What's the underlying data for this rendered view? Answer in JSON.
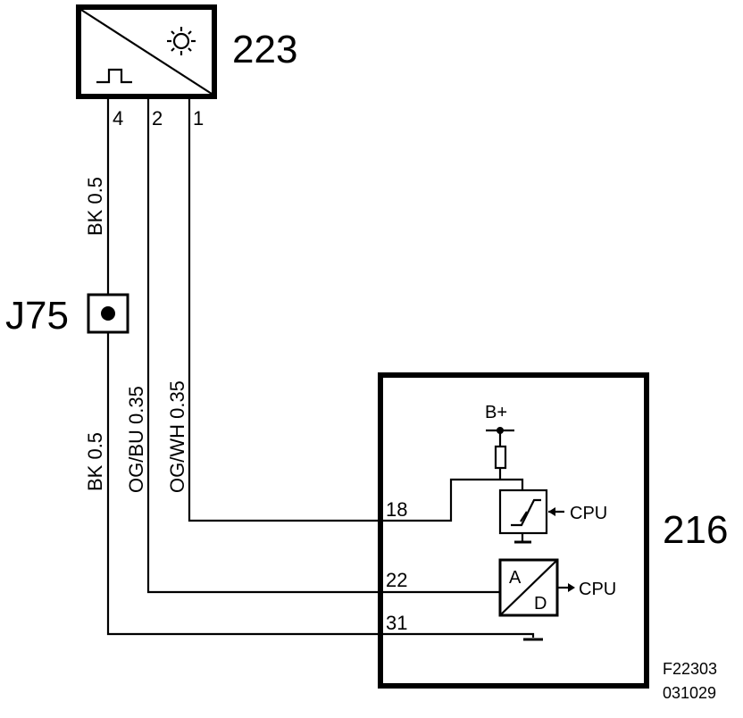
{
  "components": {
    "sensor": {
      "id": "223",
      "pins": [
        "4",
        "2",
        "1"
      ]
    },
    "ground_point": {
      "id": "J75"
    },
    "control_module": {
      "id": "216",
      "pins": [
        "18",
        "22",
        "31"
      ],
      "supply": "B+",
      "cpu_label": "CPU",
      "adc_in": "A",
      "adc_out": "D"
    }
  },
  "wires": {
    "pin4_upper": "BK  0.5",
    "pin4_lower": "BK  0.5",
    "pin2": "OG/BU 0.35",
    "pin1": "OG/WH 0.35"
  },
  "footer": {
    "figure": "F22303",
    "date": "031029"
  }
}
